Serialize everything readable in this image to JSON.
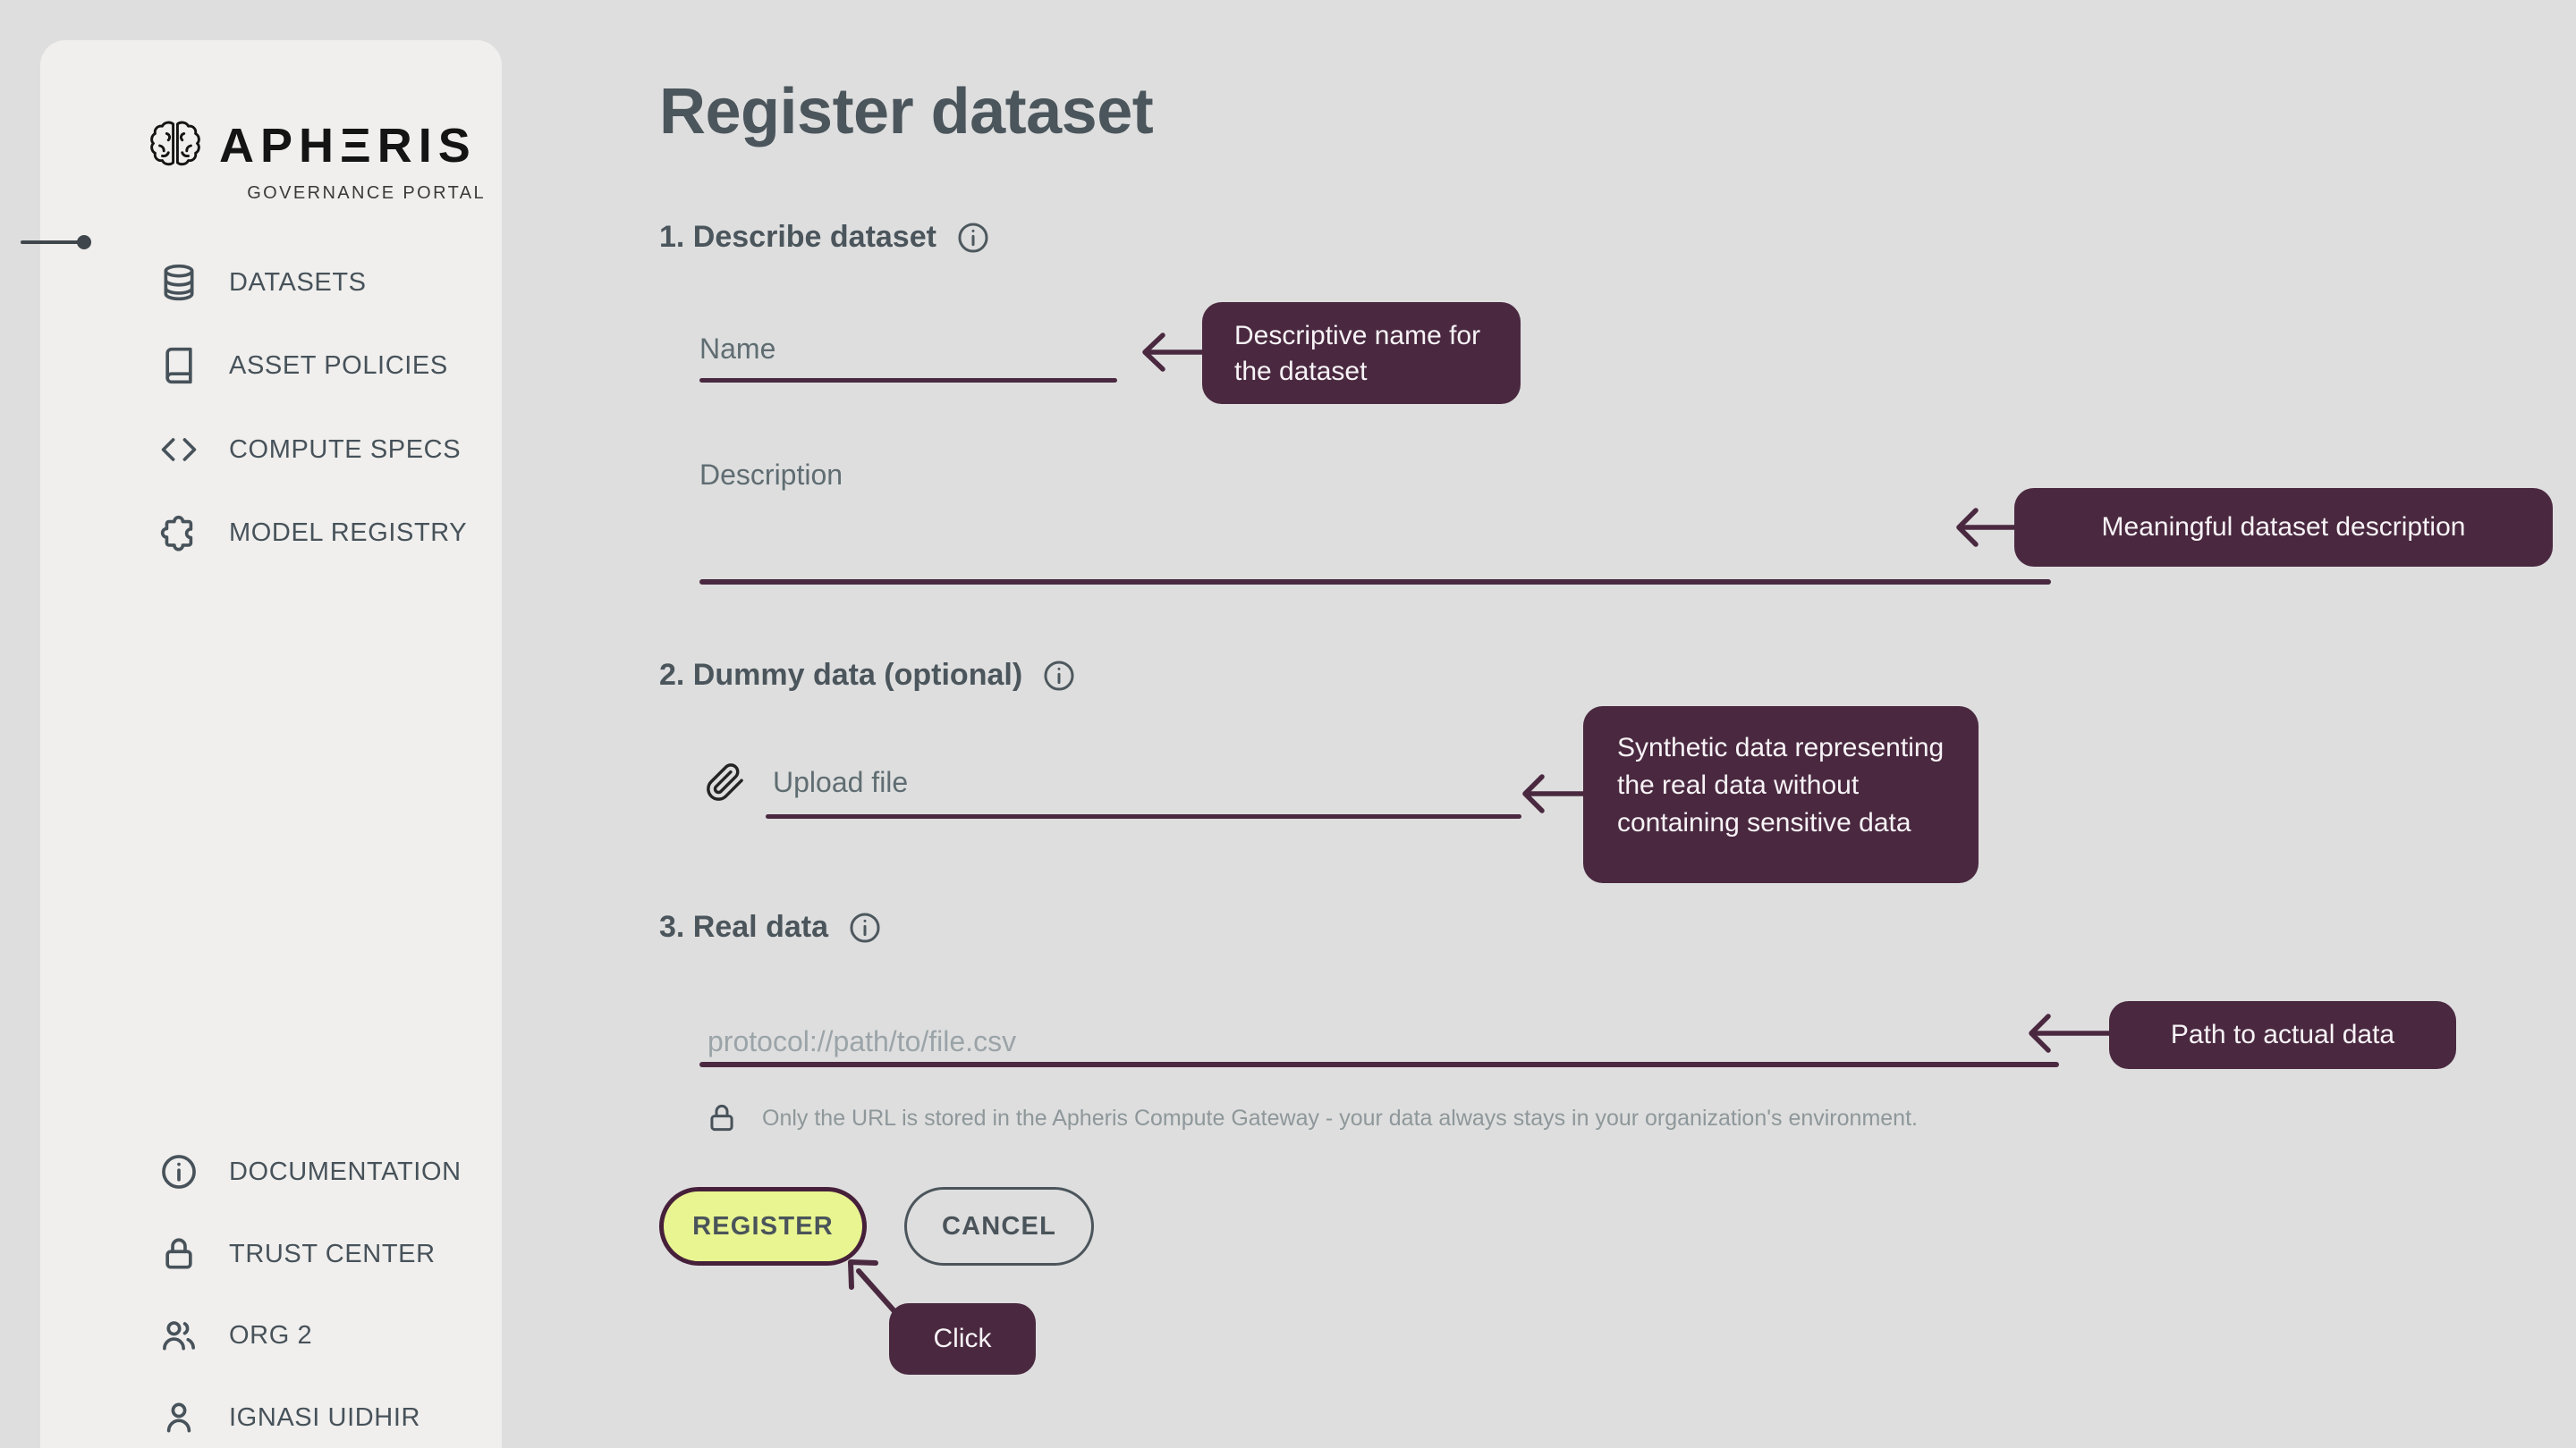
{
  "brand": {
    "title": "APHΞRIS",
    "tagline": "GOVERNANCE PORTAL"
  },
  "sidebar": {
    "nav": [
      {
        "label": "DATASETS",
        "icon": "database-icon",
        "active": true
      },
      {
        "label": "ASSET POLICIES",
        "icon": "book-icon",
        "active": false
      },
      {
        "label": "COMPUTE SPECS",
        "icon": "code-icon",
        "active": false
      },
      {
        "label": "MODEL REGISTRY",
        "icon": "puzzle-icon",
        "active": false
      }
    ],
    "footer_nav": [
      {
        "label": "DOCUMENTATION",
        "icon": "info-icon"
      },
      {
        "label": "TRUST CENTER",
        "icon": "lock-icon"
      },
      {
        "label": "ORG 2",
        "icon": "users-icon"
      },
      {
        "label": "IGNASI UIDHIR",
        "icon": "user-icon"
      }
    ]
  },
  "main": {
    "title": "Register dataset",
    "sections": {
      "describe": {
        "heading": "1. Describe dataset"
      },
      "dummy": {
        "heading": "2. Dummy data (optional)"
      },
      "real": {
        "heading": "3. Real data"
      }
    },
    "fields": {
      "name": {
        "label": "Name",
        "value": ""
      },
      "description": {
        "label": "Description",
        "value": ""
      },
      "upload": {
        "label": "Upload file"
      },
      "real_data": {
        "placeholder": "protocol://path/to/file.csv",
        "value": ""
      }
    },
    "security_note": "Only the URL is stored in the Apheris Compute Gateway - your data always stays in your organization's environment.",
    "buttons": {
      "register": "REGISTER",
      "cancel": "CANCEL"
    }
  },
  "annotations": {
    "name_tip": "Descriptive name for the dataset",
    "description_tip": "Meaningful dataset description",
    "dummy_tip": "Synthetic data representing the real data without containing sensitive data",
    "real_tip": "Path to actual data",
    "click_tip": "Click"
  },
  "colors": {
    "accent_plum": "#4a2940",
    "accent_lime": "#e9f591",
    "underline_plum": "#4a2840",
    "text_dark": "#4b555c",
    "page_bg": "#dedede",
    "sidebar_bg": "#f0efed"
  }
}
